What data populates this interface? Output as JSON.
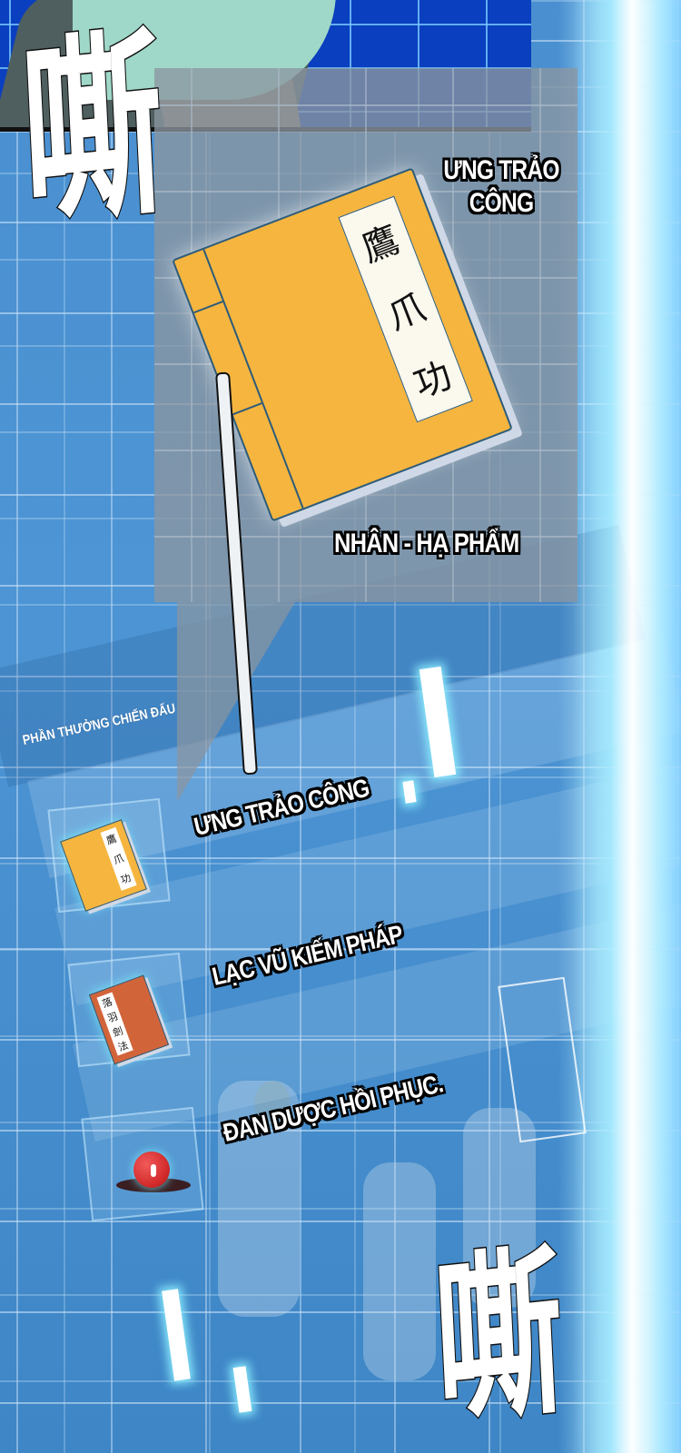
{
  "panel": {
    "type": "manhwa-panel",
    "background_colors": {
      "grid_blue": "#4a8fd0",
      "top_panel_blue": "#0a3fbf",
      "dialog_gray": "#8c96a0",
      "book_orange": "#f5b53f",
      "book_red": "#d2643a",
      "pill_red": "#d22a2a"
    }
  },
  "sfx": {
    "top": "嘶",
    "bottom": "嘶"
  },
  "featured_item": {
    "name": "ƯNG TRẢO CÔNG",
    "name_line1": "ƯNG TRẢO",
    "name_line2": "CÔNG",
    "grade": "NHÂN - HẠ PHẨM",
    "book_title_chars": [
      "鷹",
      "爪",
      "功"
    ]
  },
  "rewards": {
    "label": "PHẦN THƯỞNG CHIẾN ĐẤU",
    "items": [
      {
        "name": "ƯNG TRẢO CÔNG",
        "icon": "orange-book-icon",
        "book_chars": [
          "鷹",
          "爪",
          "功"
        ]
      },
      {
        "name": "LẠC VŨ KIẾM PHÁP",
        "icon": "red-book-icon",
        "book_chars": [
          "落",
          "羽",
          "劍",
          "法"
        ]
      },
      {
        "name": "ĐAN DƯỢC HỒI PHỤC.",
        "icon": "red-pill-icon"
      }
    ]
  }
}
